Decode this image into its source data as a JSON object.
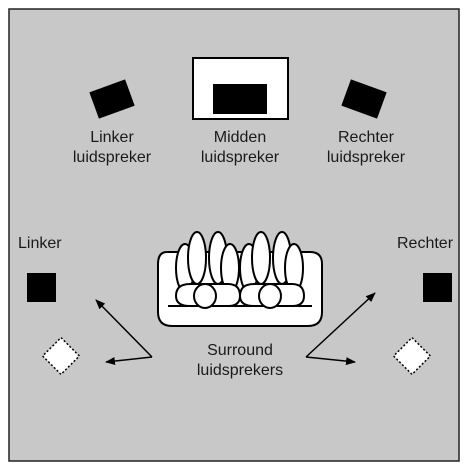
{
  "colors": {
    "background": "#c8c8c8",
    "border": "#222222",
    "speaker_fill": "#000000",
    "surround_fill": "#ffffff"
  },
  "labels": {
    "left_front": [
      "Linker",
      "luidspreker"
    ],
    "center": [
      "Midden",
      "luidspreker"
    ],
    "right_front": [
      "Rechter",
      "luidspreker"
    ],
    "left_surround_side": "Linker",
    "right_surround_side": "Rechter",
    "surround": [
      "Surround",
      "luidsprekers"
    ]
  }
}
